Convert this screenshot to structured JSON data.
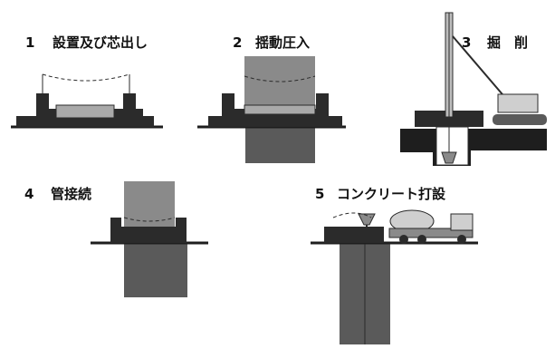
{
  "steps": [
    {
      "number": "1",
      "title": "設置及び芯出し"
    },
    {
      "number": "2",
      "title": "揺動圧入"
    },
    {
      "number": "3",
      "title": "掘　削"
    },
    {
      "number": "4",
      "title": "管接続"
    },
    {
      "number": "5",
      "title": "コンクリート打設"
    }
  ],
  "colors": {
    "machine": "#2b2b2b",
    "casing": "#8a8a8a",
    "casing_light": "#a9a9a9",
    "ground": "#1e1e1e",
    "concrete": "#5a5a5a",
    "vehicle": "#cfcfcf",
    "crane": "#bdbdbd"
  }
}
